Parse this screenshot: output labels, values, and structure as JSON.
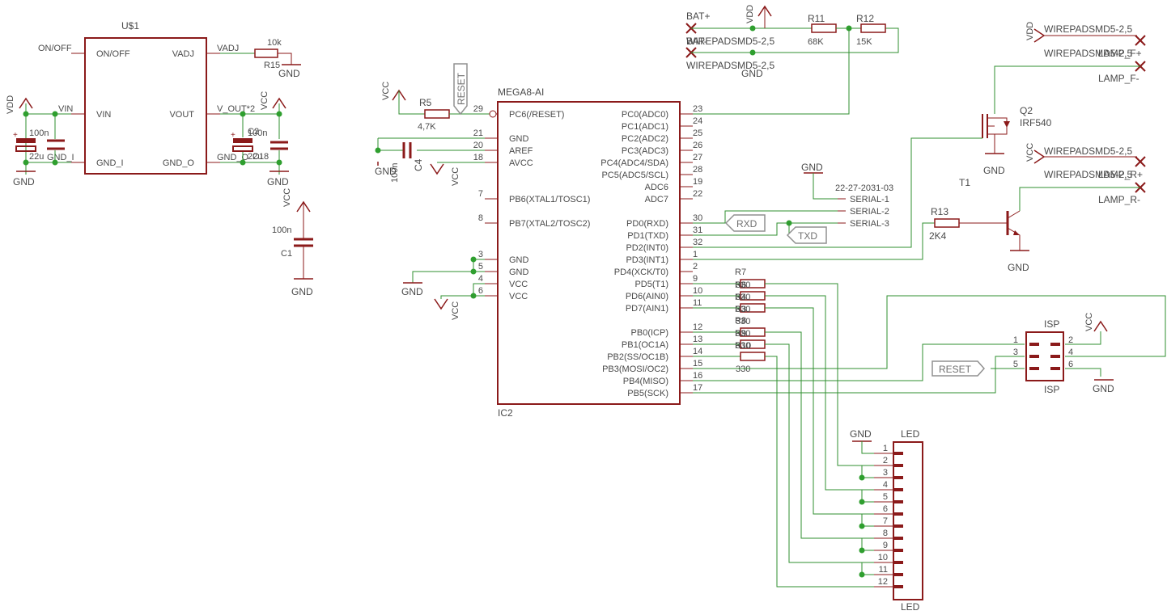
{
  "u1": {
    "name": "U$1",
    "pins": {
      "on_off": "ON/OFF",
      "vin": "VIN",
      "gnd_i": "GND_I",
      "vadj": "VADJ",
      "vout": "VOUT",
      "gnd_o": "GND_O"
    },
    "nets": {
      "on_off": "ON/OFF",
      "vin": "VIN",
      "gnd_i": "GND_I",
      "vadj": "VADJ",
      "vout": "V_OUT*2",
      "gnd_o": "GND_O"
    }
  },
  "left_parts": {
    "vdd": "VDD",
    "gnd": "GND",
    "vcc": "VCC",
    "c_in_1": "100n",
    "c_in_2": "22u",
    "c_out_1": "100n",
    "c_out_2": "22u",
    "c_out_name_1": "C2",
    "c_out_name_2": "C18",
    "r15_value": "10k",
    "r15_name": "R15",
    "c1_value": "100n",
    "c1_name": "C1"
  },
  "mcu": {
    "name": "MEGA8-AI",
    "ref": "IC2",
    "left_pins": [
      {
        "num": "29",
        "label": "PC6(/RESET)"
      },
      {
        "num": "21",
        "label": "GND"
      },
      {
        "num": "20",
        "label": "AREF"
      },
      {
        "num": "18",
        "label": "AVCC"
      },
      {
        "num": "7",
        "label": "PB6(XTAL1/TOSC1)"
      },
      {
        "num": "8",
        "label": "PB7(XTAL2/TOSC2)"
      },
      {
        "num": "3",
        "label": "GND"
      },
      {
        "num": "5",
        "label": "GND"
      },
      {
        "num": "4",
        "label": "VCC"
      },
      {
        "num": "6",
        "label": "VCC"
      }
    ],
    "right_pins": [
      {
        "num": "23",
        "label": "PC0(ADC0)"
      },
      {
        "num": "24",
        "label": "PC1(ADC1)"
      },
      {
        "num": "25",
        "label": "PC2(ADC2)"
      },
      {
        "num": "26",
        "label": "PC3(ADC3)"
      },
      {
        "num": "27",
        "label": "PC4(ADC4/SDA)"
      },
      {
        "num": "28",
        "label": "PC5(ADC5/SCL)"
      },
      {
        "num": "19",
        "label": "ADC6"
      },
      {
        "num": "22",
        "label": "ADC7"
      },
      {
        "num": "30",
        "label": "PD0(RXD)"
      },
      {
        "num": "31",
        "label": "PD1(TXD)"
      },
      {
        "num": "32",
        "label": "PD2(INT0)"
      },
      {
        "num": "1",
        "label": "PD3(INT1)"
      },
      {
        "num": "2",
        "label": "PD4(XCK/T0)"
      },
      {
        "num": "9",
        "label": "PD5(T1)"
      },
      {
        "num": "10",
        "label": "PD6(AIN0)"
      },
      {
        "num": "11",
        "label": "PD7(AIN1)"
      },
      {
        "num": "12",
        "label": "PB0(ICP)"
      },
      {
        "num": "13",
        "label": "PB1(OC1A)"
      },
      {
        "num": "14",
        "label": "PB2(SS/OC1B)"
      },
      {
        "num": "15",
        "label": "PB3(MOSI/OC2)"
      },
      {
        "num": "16",
        "label": "PB4(MISO)"
      },
      {
        "num": "17",
        "label": "PB5(SCK)"
      }
    ]
  },
  "mcu_area": {
    "vcc": "VCC",
    "gnd": "GND",
    "reset_flag": "RESET",
    "r5_name": "R5",
    "r5_value": "4,7K",
    "c4_name": "C4",
    "c4_value": "100n"
  },
  "battery": {
    "bat_plus": "BAT+",
    "bat_minus": "BAT-",
    "pad": "WIREPADSMD5-2,5",
    "vdd": "VDD",
    "gnd": "GND",
    "r11_name": "R11",
    "r11_value": "68K",
    "r12_name": "R12",
    "r12_value": "15K"
  },
  "serial": {
    "gnd": "GND",
    "part": "22-27-2031-03",
    "pins": [
      "SERIAL-1",
      "SERIAL-2",
      "SERIAL-3"
    ],
    "rxd": "RXD",
    "txd": "TXD"
  },
  "lamps": {
    "vdd": "VDD",
    "vcc": "VCC",
    "pad": "WIREPADSMD5-2,5",
    "lamp_f_plus": "LAMP_F+",
    "lamp_f_minus": "LAMP_F-",
    "lamp_r_plus": "LAMP_R+",
    "lamp_r_minus": "LAMP_R-",
    "q2_name": "Q2",
    "q2_part": "IRF540",
    "t1_name": "T1",
    "r13_name": "R13",
    "r13_value": "2K4",
    "gnd": "GND"
  },
  "resistor_array": {
    "names": [
      "R7",
      "R6",
      "R4",
      "R3",
      "R8",
      "R9",
      "R10"
    ],
    "values": [
      "330",
      "330",
      "330",
      "330",
      "330",
      "330",
      "330"
    ]
  },
  "isp": {
    "name": "ISP",
    "pins": [
      "1",
      "2",
      "3",
      "4",
      "5",
      "6"
    ],
    "vcc": "VCC",
    "gnd": "GND",
    "reset_flag": "RESET"
  },
  "led": {
    "name": "LED",
    "gnd": "GND",
    "pins": [
      "1",
      "2",
      "3",
      "4",
      "5",
      "6",
      "7",
      "8",
      "9",
      "10",
      "11",
      "12"
    ]
  }
}
